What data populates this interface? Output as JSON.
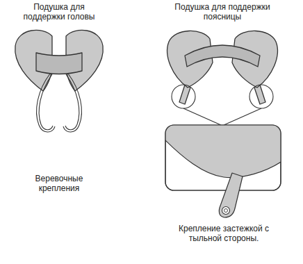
{
  "diagram": {
    "labels": [
      "Подушка для поддержки головы",
      "Подушка для поддержки поясницы",
      "Веревочные крепления",
      "Крепление застежкой с тыльной стороны."
    ]
  }
}
